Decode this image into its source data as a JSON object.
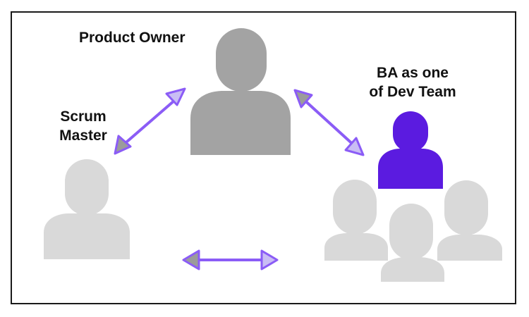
{
  "labels": {
    "product_owner": "Product Owner",
    "scrum_line1": "Scrum",
    "scrum_line2": "Master",
    "ba_line1": "BA as one",
    "ba_line2": "of Dev Team"
  },
  "colors": {
    "product_owner": "#a3a3a3",
    "light_person": "#d9d9d9",
    "ba_person": "#5b1be0",
    "arrow_line": "#8b5cf6",
    "arrow_head_fill": "#c9bdf4",
    "arrow_head_dark": "#9b9b9b"
  }
}
